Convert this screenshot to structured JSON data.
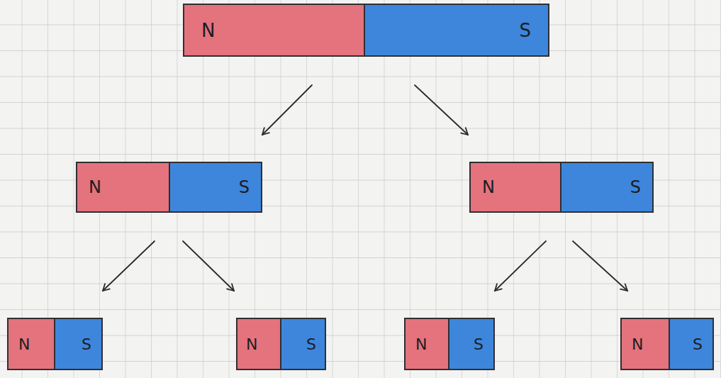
{
  "diagram": {
    "nodes": [
      {
        "text": [
          "N",
          "S"
        ]
      },
      {
        "text": [
          "N",
          "S"
        ]
      },
      {
        "text": [
          "N",
          "S"
        ]
      },
      {
        "text": [
          "N",
          "S"
        ]
      },
      {
        "text": [
          "N",
          "S"
        ]
      },
      {
        "text": [
          "N",
          "S"
        ]
      },
      {
        "text": [
          "N",
          "S"
        ]
      }
    ],
    "edges": [
      {
        "from": 0,
        "to": 1,
        "arrow": "to"
      },
      {
        "from": 0,
        "to": 2,
        "arrow": "to"
      },
      {
        "from": 1,
        "to": 3,
        "arrow": "to"
      },
      {
        "from": 1,
        "to": 4,
        "arrow": "to"
      },
      {
        "from": 2,
        "to": 5,
        "arrow": "to"
      },
      {
        "from": 2,
        "to": 6,
        "arrow": "to"
      }
    ]
  }
}
